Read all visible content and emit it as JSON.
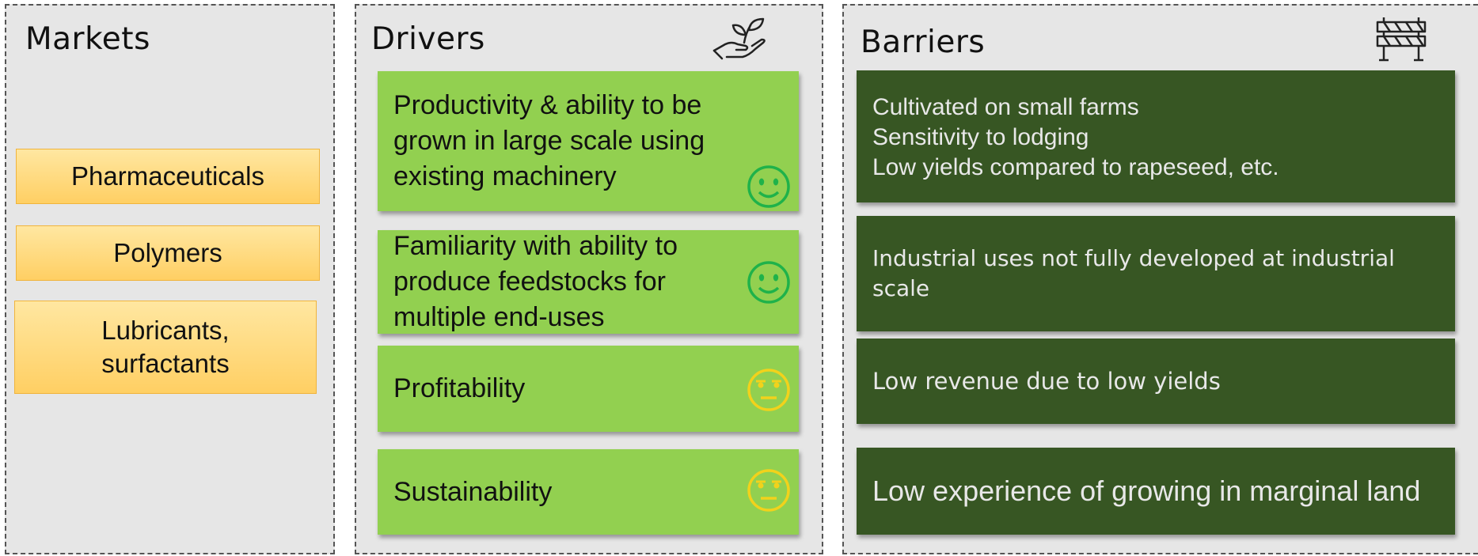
{
  "markets": {
    "title": "Markets",
    "items": [
      "Pharmaceuticals",
      "Polymers",
      "Lubricants, surfactants"
    ]
  },
  "drivers": {
    "title": "Drivers",
    "items": [
      {
        "text": "Productivity & ability to be grown in large scale using existing machinery",
        "sentiment": "positive"
      },
      {
        "text": "Familiarity with ability to produce feedstocks for multiple end-uses",
        "sentiment": "positive"
      },
      {
        "text": "Profitability",
        "sentiment": "neutral"
      },
      {
        "text": "Sustainability",
        "sentiment": "neutral"
      }
    ]
  },
  "barriers": {
    "title": "Barriers",
    "items": [
      {
        "lines": [
          "Cultivated on small farms",
          "Sensitivity to lodging",
          "Low yields compared to rapeseed, etc."
        ]
      },
      {
        "text": "Industrial uses not fully developed at industrial scale"
      },
      {
        "text": "Low revenue due to low yields"
      },
      {
        "text": "Low experience of growing in marginal land"
      }
    ]
  },
  "colors": {
    "panel_bg": "#e6e6e6",
    "market_box": "#ffd56e",
    "driver_box": "#92d050",
    "barrier_box": "#375623",
    "positive_face": "#1fb24a",
    "neutral_face": "#f2d21b"
  },
  "icons": {
    "drivers": "plant-in-hand-icon",
    "barriers": "road-barrier-icon",
    "positive": "smiley-icon",
    "neutral": "neutral-face-icon"
  }
}
